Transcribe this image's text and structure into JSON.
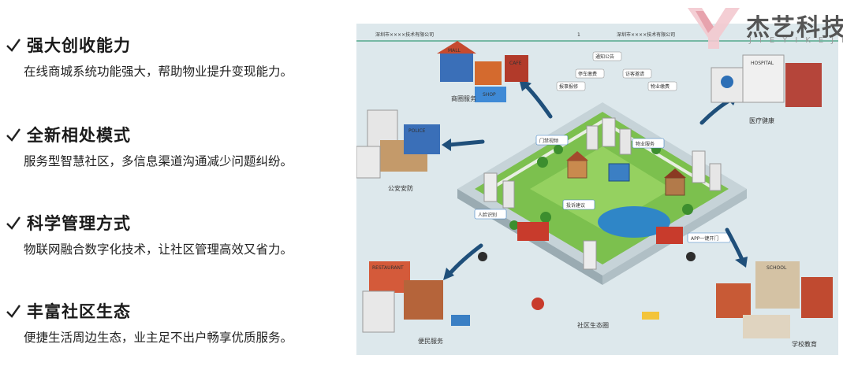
{
  "features": [
    {
      "title": "强大创收能力",
      "desc": "在线商城系统功能强大，帮助物业提升变现能力。"
    },
    {
      "title": "全新相处模式",
      "desc": "服务型智慧社区，多信息渠道沟通减少问题纠纷。"
    },
    {
      "title": "科学管理方式",
      "desc": "物联网融合数字化技术，让社区管理高效又省力。"
    },
    {
      "title": "丰富社区生态",
      "desc": "便捷生活周边生态，业主足不出户畅享优质服务。"
    }
  ],
  "logo": {
    "name": "杰艺科技",
    "pinyin": "JIEYIKEJI"
  },
  "illustration": {
    "top_bar_left": "深圳市××××技术有限公司",
    "top_bar_number": "1",
    "top_bar_right": "深圳市××××技术有限公司",
    "labels": {
      "commerce": "商圈服务",
      "medical": "医疗健康",
      "police": "公安安防",
      "convenience": "便民服务",
      "school": "学校教育",
      "eco": "社区生态圈",
      "door_video": "门禁视频",
      "property": "物业服务",
      "face": "人脸识别",
      "complaint": "投诉建议",
      "app_open": "APP一键开门",
      "notice": "通知公告",
      "parking": "停车缴费",
      "visitor": "访客邀请",
      "repair": "报事报修",
      "payment": "物业缴费"
    },
    "signs": {
      "mall": "MALL",
      "shop": "SHOP",
      "cafe": "CAFE",
      "police": "POLICE",
      "hospital": "HOSPITAL",
      "restaurant": "RESTAURANT",
      "school": "SCHOOL"
    }
  }
}
